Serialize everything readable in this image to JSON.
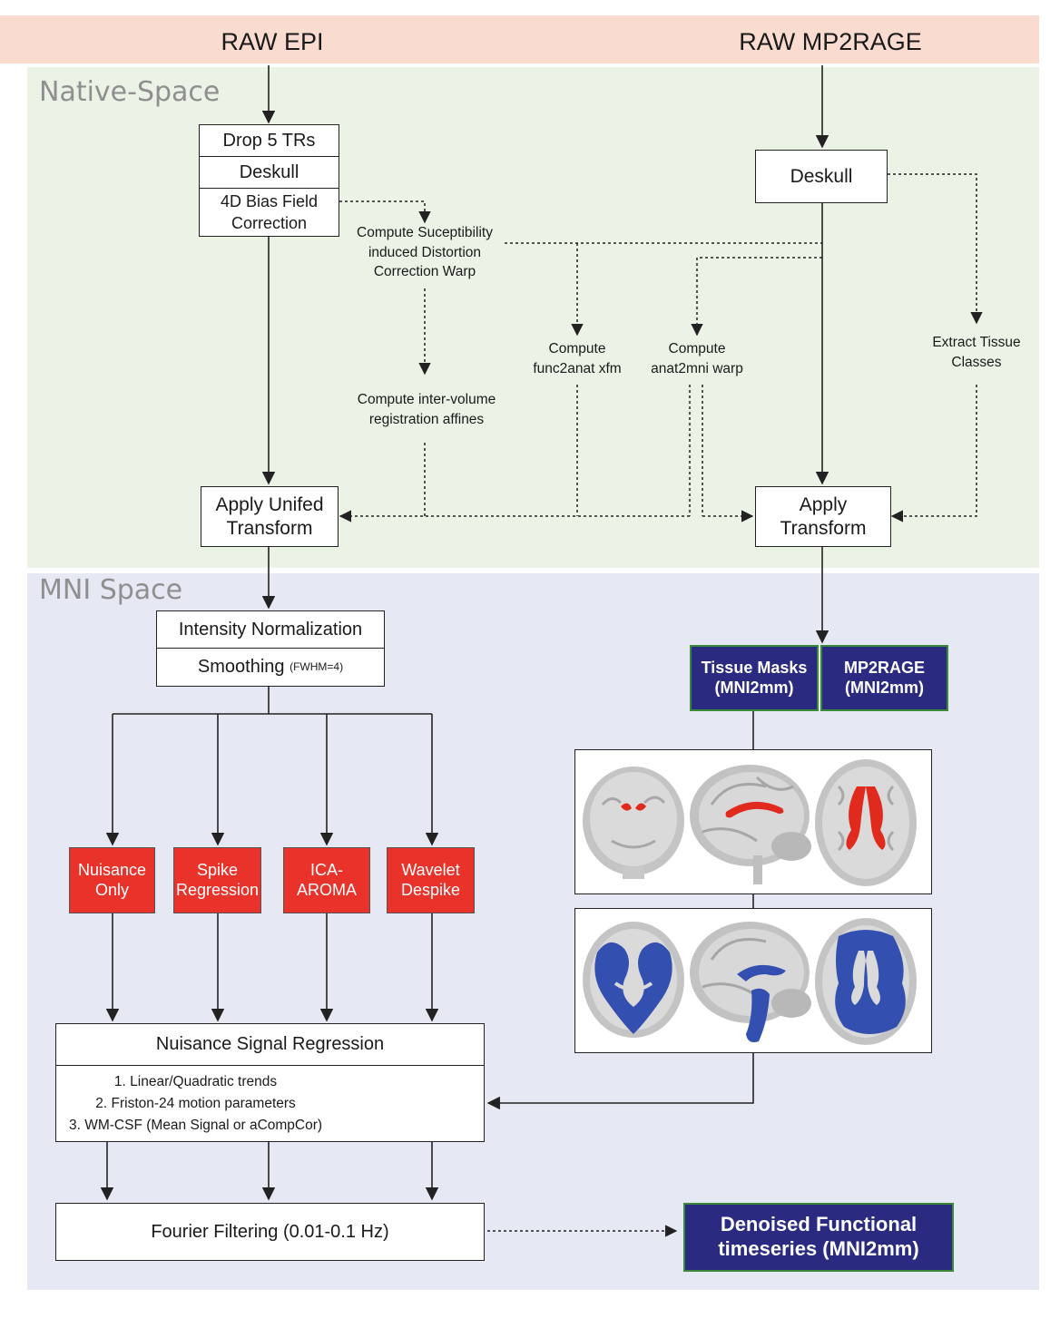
{
  "header": {
    "left": "RAW EPI",
    "right": "RAW MP2RAGE"
  },
  "sections": {
    "native": "Native-Space",
    "mni": "MNI Space"
  },
  "epi_stack": {
    "drop": "Drop 5 TRs",
    "deskull": "Deskull",
    "bias_line1": "4D Bias Field",
    "bias_line2": "Correction"
  },
  "anat_deskull": "Deskull",
  "sdc": {
    "l1": "Compute Suceptibility",
    "l2": "induced Distortion",
    "l3": "Correction Warp"
  },
  "intervol": {
    "l1": "Compute inter-volume",
    "l2": "registration affines"
  },
  "func2anat": {
    "l1": "Compute",
    "l2": "func2anat xfm"
  },
  "anat2mni": {
    "l1": "Compute",
    "l2": "anat2mni warp"
  },
  "tissue_classes": {
    "l1": "Extract Tissue",
    "l2": "Classes"
  },
  "apply_unified": {
    "l1": "Apply Unifed",
    "l2": "Transform"
  },
  "apply_transform": {
    "l1": "Apply",
    "l2": "Transform"
  },
  "norm": {
    "intensity": "Intensity Normalization",
    "smoothing": "Smoothing",
    "fwhm": "(FWHM=4)"
  },
  "methods": [
    {
      "l1": "Nuisance",
      "l2": "Only"
    },
    {
      "l1": "Spike",
      "l2": "Regression"
    },
    {
      "l1": "ICA-",
      "l2": "AROMA"
    },
    {
      "l1": "Wavelet",
      "l2": "Despike"
    }
  ],
  "outputs": {
    "tissue_masks": {
      "l1": "Tissue Masks",
      "l2": "(MNI2mm)"
    },
    "mp2rage": {
      "l1": "MP2RAGE",
      "l2": "(MNI2mm)"
    }
  },
  "nsr": {
    "title": "Nuisance Signal Regression",
    "items": [
      "1. Linear/Quadratic trends",
      "2. Friston-24 motion parameters",
      "3. WM-CSF (Mean Signal or aCompCor)"
    ]
  },
  "fourier": "Fourier Filtering (0.01-0.1 Hz)",
  "denoised": {
    "l1": "Denoised Functional",
    "l2": "timeseries (MNI2mm)"
  },
  "colors": {
    "header": "#f9dccf",
    "native_bg": "#ebf3e7",
    "mni_bg": "#e6e9f4",
    "method_red": "#e8322a",
    "output_navy": "#2a2a80",
    "mask_red": "#e02a1e",
    "mask_blue": "#3350b0"
  }
}
